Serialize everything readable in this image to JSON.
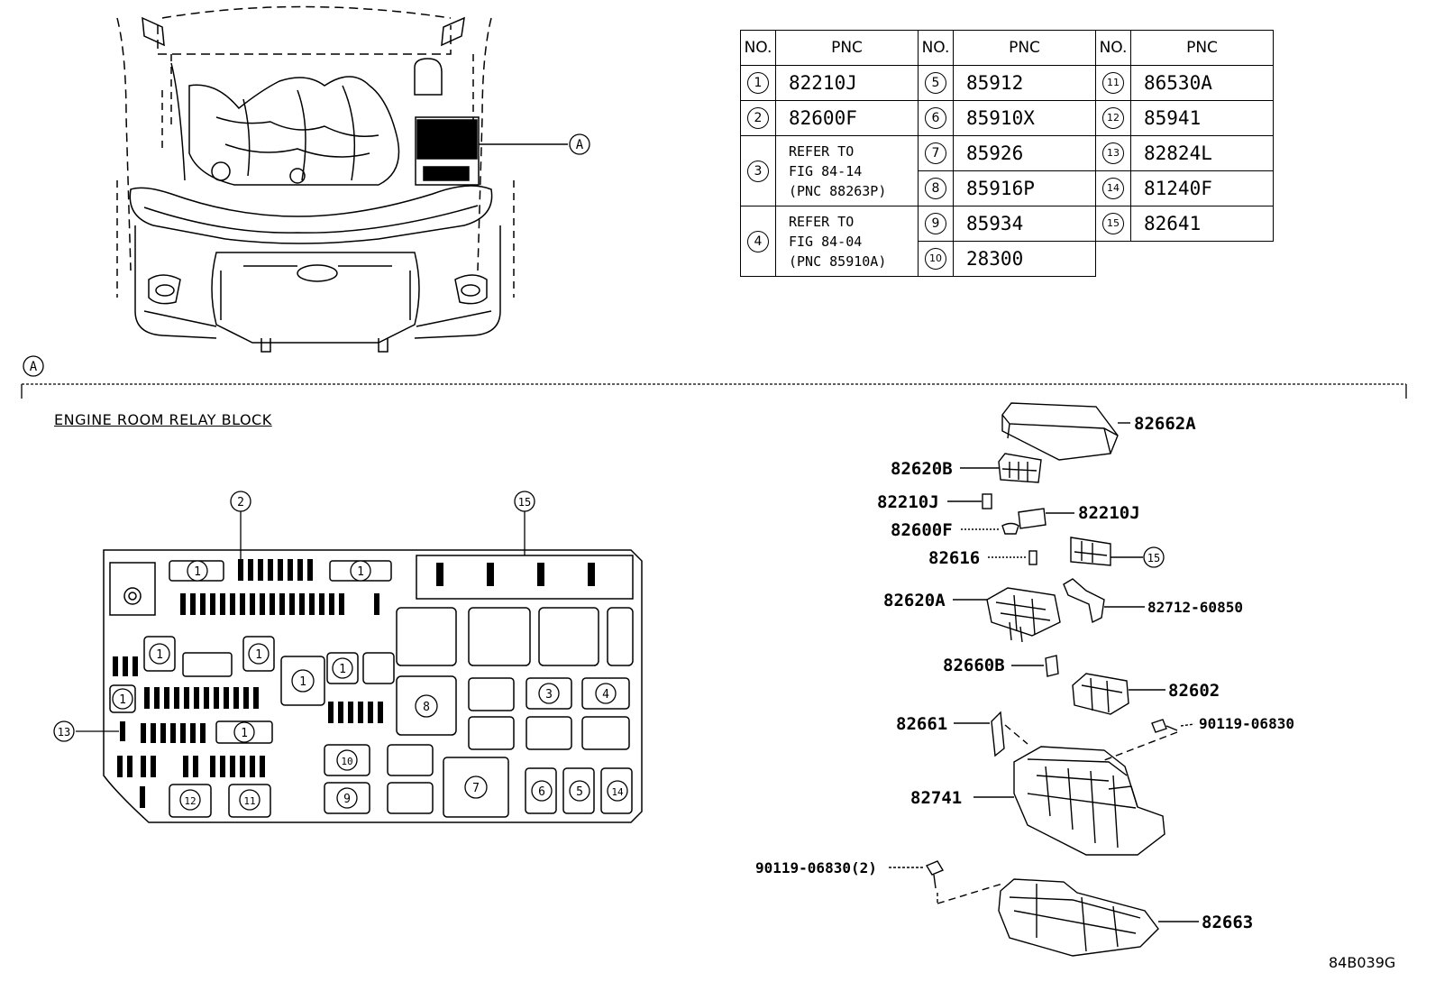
{
  "table": {
    "headers": [
      "NO.",
      "PNC",
      "NO.",
      "PNC",
      "NO.",
      "PNC"
    ],
    "col1": [
      {
        "no": "1",
        "pnc": "82210J"
      },
      {
        "no": "2",
        "pnc": "82600F"
      },
      {
        "no": "3",
        "ref": "REFER TO\nFIG 84-14\n(PNC 88263P)"
      },
      {
        "no": "4",
        "ref": "REFER TO\nFIG 84-04\n(PNC 85910A)"
      }
    ],
    "col2": [
      {
        "no": "5",
        "pnc": "85912"
      },
      {
        "no": "6",
        "pnc": "85910X"
      },
      {
        "no": "7",
        "pnc": "85926"
      },
      {
        "no": "8",
        "pnc": "85916P"
      },
      {
        "no": "9",
        "pnc": "85934"
      },
      {
        "no": "10",
        "pnc": "28300"
      }
    ],
    "col3": [
      {
        "no": "11",
        "pnc": "86530A"
      },
      {
        "no": "12",
        "pnc": "85941"
      },
      {
        "no": "13",
        "pnc": "82824L"
      },
      {
        "no": "14",
        "pnc": "81240F"
      },
      {
        "no": "15",
        "pnc": "82641"
      }
    ]
  },
  "view_marker": "A",
  "section_title": "ENGINE ROOM RELAY BLOCK",
  "block_callouts": {
    "c1": "1",
    "c2": "2",
    "c3": "3",
    "c4": "4",
    "c5": "5",
    "c6": "6",
    "c7": "7",
    "c8": "8",
    "c9": "9",
    "c10": "10",
    "c11": "11",
    "c12": "12",
    "c13": "13",
    "c14": "14",
    "c15": "15"
  },
  "parts": {
    "p82662A": "82662A",
    "p82620B": "82620B",
    "p82210J_a": "82210J",
    "p82210J_b": "82210J",
    "p82600F": "82600F",
    "p82616": "82616",
    "p15": "15",
    "p82620A": "82620A",
    "p82712": "82712-60850",
    "p82660B": "82660B",
    "p82602": "82602",
    "p82661": "82661",
    "p90119": "90119-06830",
    "p82741": "82741",
    "p90119x2": "90119-06830(2)",
    "p82663": "82663"
  },
  "figure_code": "84B039G"
}
